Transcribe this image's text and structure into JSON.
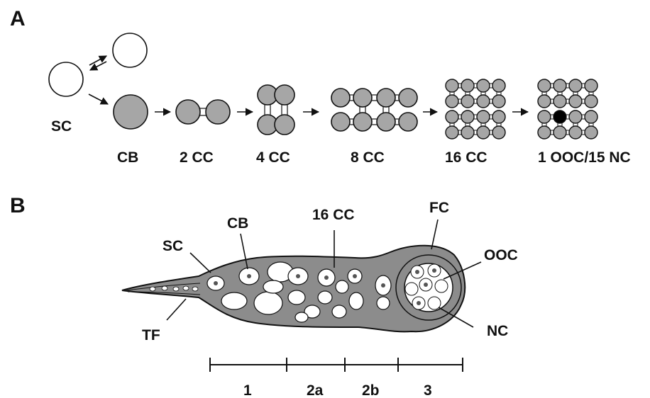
{
  "panels": {
    "a": {
      "letter": "A",
      "labels": {
        "sc": "SC",
        "cb": "CB",
        "cc2": "2 CC",
        "cc4": "4 CC",
        "cc8": "8 CC",
        "cc16": "16 CC",
        "final": "1 OOC/15 NC"
      }
    },
    "b": {
      "letter": "B",
      "labels": {
        "sc": "SC",
        "cb": "CB",
        "cc16": "16 CC",
        "fc": "FC",
        "ooc": "OOC",
        "tf": "TF",
        "nc": "NC"
      },
      "regions": [
        "1",
        "2a",
        "2b",
        "3"
      ]
    }
  },
  "colors": {
    "cyst_cell": "#a6a6a6",
    "stem_cell": "#ffffff",
    "oocyte": "#000000",
    "tissue": "#8c8c8c",
    "outline": "#111111"
  }
}
